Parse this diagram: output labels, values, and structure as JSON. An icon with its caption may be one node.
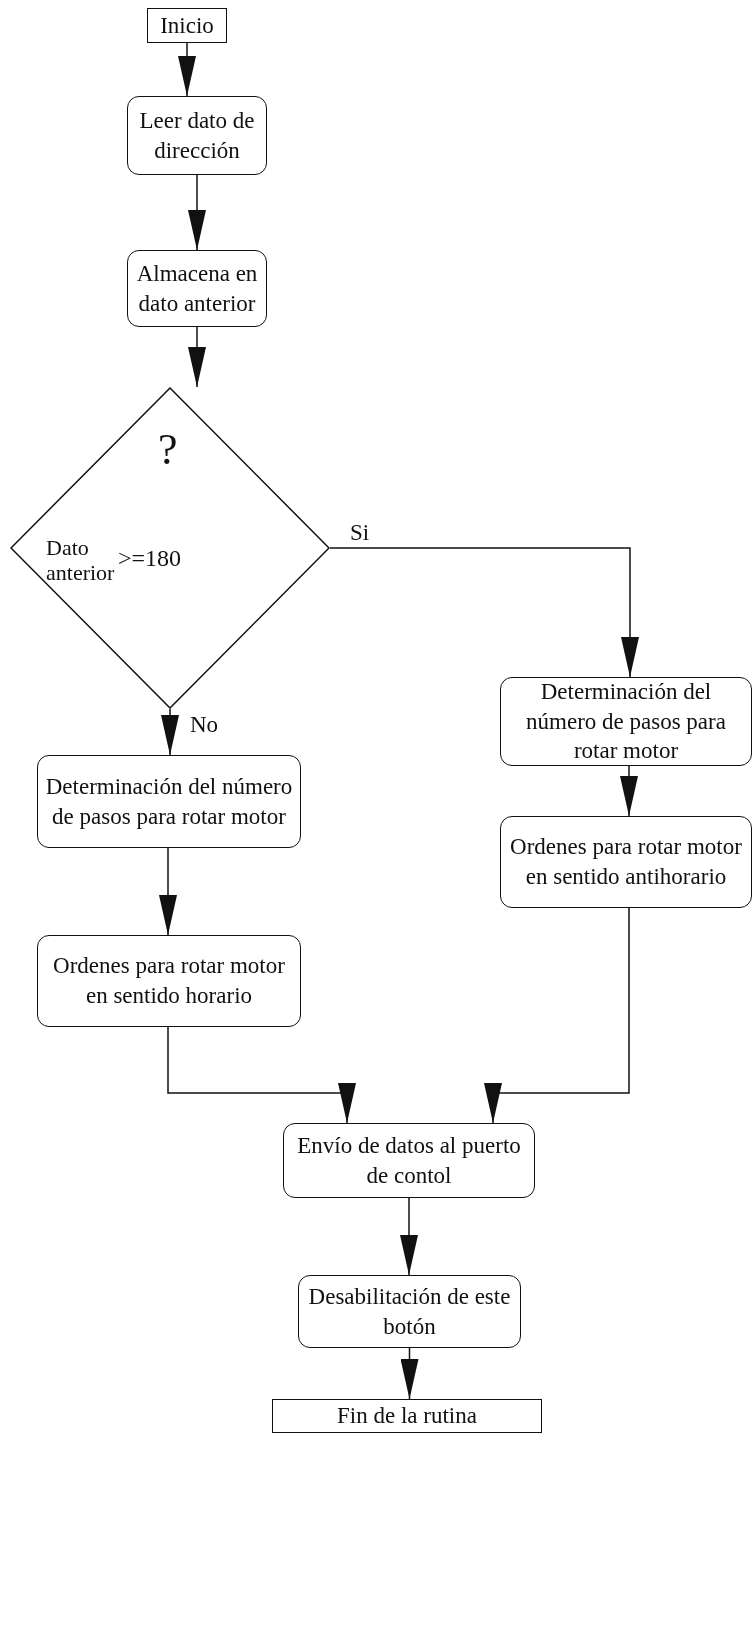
{
  "diagram": {
    "nodes": [
      {
        "text": [
          "Inicio"
        ]
      },
      {
        "text": [
          "Leer dato de dirección"
        ]
      },
      {
        "text": [
          "Almacena en dato anterior"
        ]
      },
      {
        "text": [
          "?",
          "Dato anterior",
          ">=180"
        ]
      },
      {
        "text": [
          "Determinación del número de pasos para rotar motor"
        ]
      },
      {
        "text": [
          "Ordenes para rotar motor en sentido horario"
        ]
      },
      {
        "text": [
          "Determinación del número de pasos para rotar motor"
        ]
      },
      {
        "text": [
          "Ordenes para rotar motor en sentido antihorario"
        ]
      },
      {
        "text": [
          "Envío de datos al puerto de contol"
        ]
      },
      {
        "text": [
          "Desabilitación de este botón"
        ]
      },
      {
        "text": [
          "Fin de la rutina"
        ]
      }
    ],
    "edges": [
      {
        "from": 0,
        "to": 1,
        "arrow": "to"
      },
      {
        "from": 1,
        "to": 2,
        "arrow": "to"
      },
      {
        "from": 2,
        "to": 3,
        "arrow": "to"
      },
      {
        "from": 3,
        "to": 6,
        "arrow": "to",
        "label": "Si"
      },
      {
        "from": 3,
        "to": 4,
        "arrow": "to",
        "label": "No"
      },
      {
        "from": 4,
        "to": 5,
        "arrow": "to"
      },
      {
        "from": 6,
        "to": 7,
        "arrow": "to"
      },
      {
        "from": 5,
        "to": 8,
        "arrow": "to"
      },
      {
        "from": 7,
        "to": 8,
        "arrow": "to"
      },
      {
        "from": 8,
        "to": 9,
        "arrow": "to"
      },
      {
        "from": 9,
        "to": 10,
        "arrow": "to"
      }
    ]
  }
}
